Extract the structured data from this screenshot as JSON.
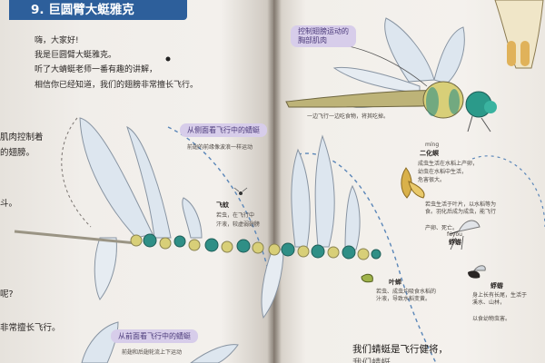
{
  "left_page": {
    "title": "9. 巨圆臂大蜓雅克",
    "intro_lines": [
      "嗨，大家好!",
      "我是巨圆臂大蜓雅克。",
      "听了大蜻蜓老师一番有趣的讲解，",
      "相信你已经知道，我们的翅膀非常擅长飞行。"
    ],
    "margin_fragments": [
      "肌肉控制着",
      "的翅膀。",
      "斗。",
      "呢?",
      "非常擅长飞行。"
    ],
    "side_view_label": "从侧面看飞行中的蜻蜓",
    "side_view_caption": "前翅的前缘像波浪一样运动",
    "flight_label": "飞蚊",
    "flight_text_lines": [
      "若虫，在飞行中",
      "汗液，较虚弱翅膀"
    ],
    "front_view_label": "从前面看飞行中的蜻蜓",
    "front_view_caption": "前翅和后翅轮流上下运动"
  },
  "right_page": {
    "muscle_label_lines": [
      "控制翅膀运动的",
      "胸部肌肉"
    ],
    "dragonfly_caption": "一边飞行一边吃食物，将其吃掉。",
    "mosquito_name_pinyin": "míng",
    "mosquito_name": "二化螟",
    "mosquito_text_lines": [
      "成虫生活在水稻上产卵，",
      "幼虫在水稻中生活，",
      "危害很大。"
    ],
    "insect_text_lines": [
      "若虫生活于叶片，以水稻等为食。羽化后成为成虫，能飞行",
      "产卵、死亡。"
    ],
    "insect_name_pinyin": "fúyóu",
    "insect_name": "蜉蝣",
    "leafhopper_name": "叶蝉",
    "leafhopper_text_lines": [
      "若虫、成虫均吸食水稻的汁液，导致水稻变黄。"
    ],
    "mayfly_name": "蜉蝣",
    "mayfly_text_lines": [
      "身上长有长尾，生活于溪水、山林，",
      "以食幼物虫害。"
    ],
    "bottom_line": "我们蜻蜓是飞行健将，",
    "bottom_line_cut": "我们蜻蜓……"
  },
  "colors": {
    "title_bar": "#2d5f9b",
    "label_pill": "#d7cdea",
    "label_text": "#4b3a7a",
    "wing_path_dashes": "#5a86b8",
    "dragonfly_eye": "#2b9a8a",
    "abdomen_yellow": "#d8cf78",
    "abdomen_teal": "#2f8f86"
  },
  "icons": [
    "dragonfly-illustration",
    "moth-illustration",
    "mosquito-illustration",
    "wasp-illustration",
    "leafhopper-illustration",
    "butterfly-wing-illustration"
  ]
}
